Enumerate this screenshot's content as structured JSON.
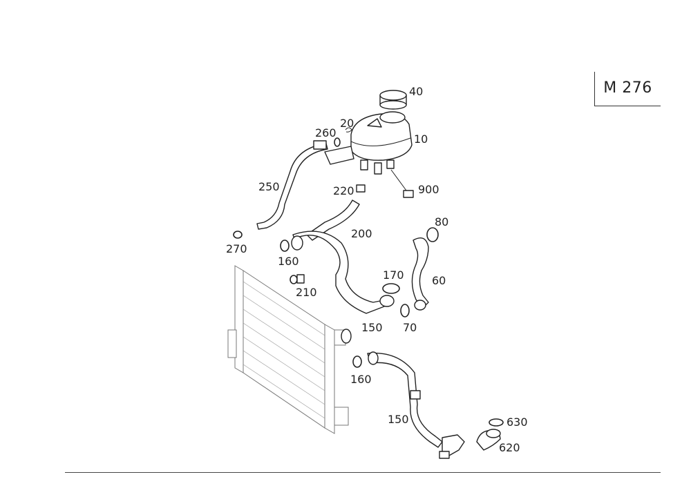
{
  "model_code": "M 276",
  "callouts": {
    "p40": "40",
    "p20": "20",
    "p260": "260",
    "p10": "10",
    "p250": "250",
    "p220": "220",
    "p900": "900",
    "p200": "200",
    "p80": "80",
    "p270": "270",
    "p160a": "160",
    "p170": "170",
    "p60": "60",
    "p210": "210",
    "p150a": "150",
    "p70": "70",
    "p160b": "160",
    "p150b": "150",
    "p630": "630",
    "p620": "620"
  }
}
